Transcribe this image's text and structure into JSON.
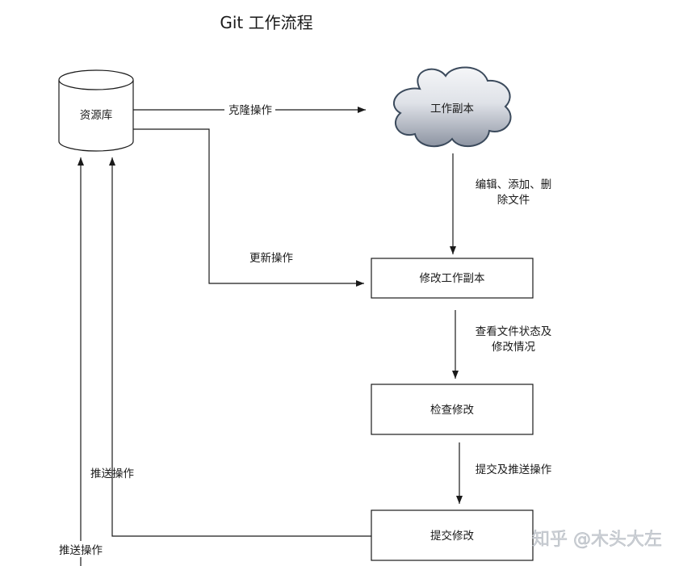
{
  "diagram": {
    "title": "Git 工作流程",
    "nodes": {
      "repository": "资源库",
      "working_copy_cloud": "工作副本",
      "modify_working_copy": "修改工作副本",
      "review_changes": "检查修改",
      "commit_changes": "提交修改"
    },
    "edges": {
      "clone": "克隆操作",
      "edit_line1": "编辑、添加、删",
      "edit_line2": "除文件",
      "update": "更新操作",
      "status_line1": "查看文件状态及",
      "status_line2": "修改情况",
      "commit_push": "提交及推送操作",
      "push_inner": "推送操作",
      "push_outer": "推送操作"
    }
  },
  "watermark": {
    "text": "知乎 @木头大左"
  },
  "colors": {
    "cloud_fill_top": "#f5f6f8",
    "cloud_fill_bottom": "#8d94a2",
    "cloud_stroke": "#3b4a5c",
    "line": "#1a1a1a"
  }
}
